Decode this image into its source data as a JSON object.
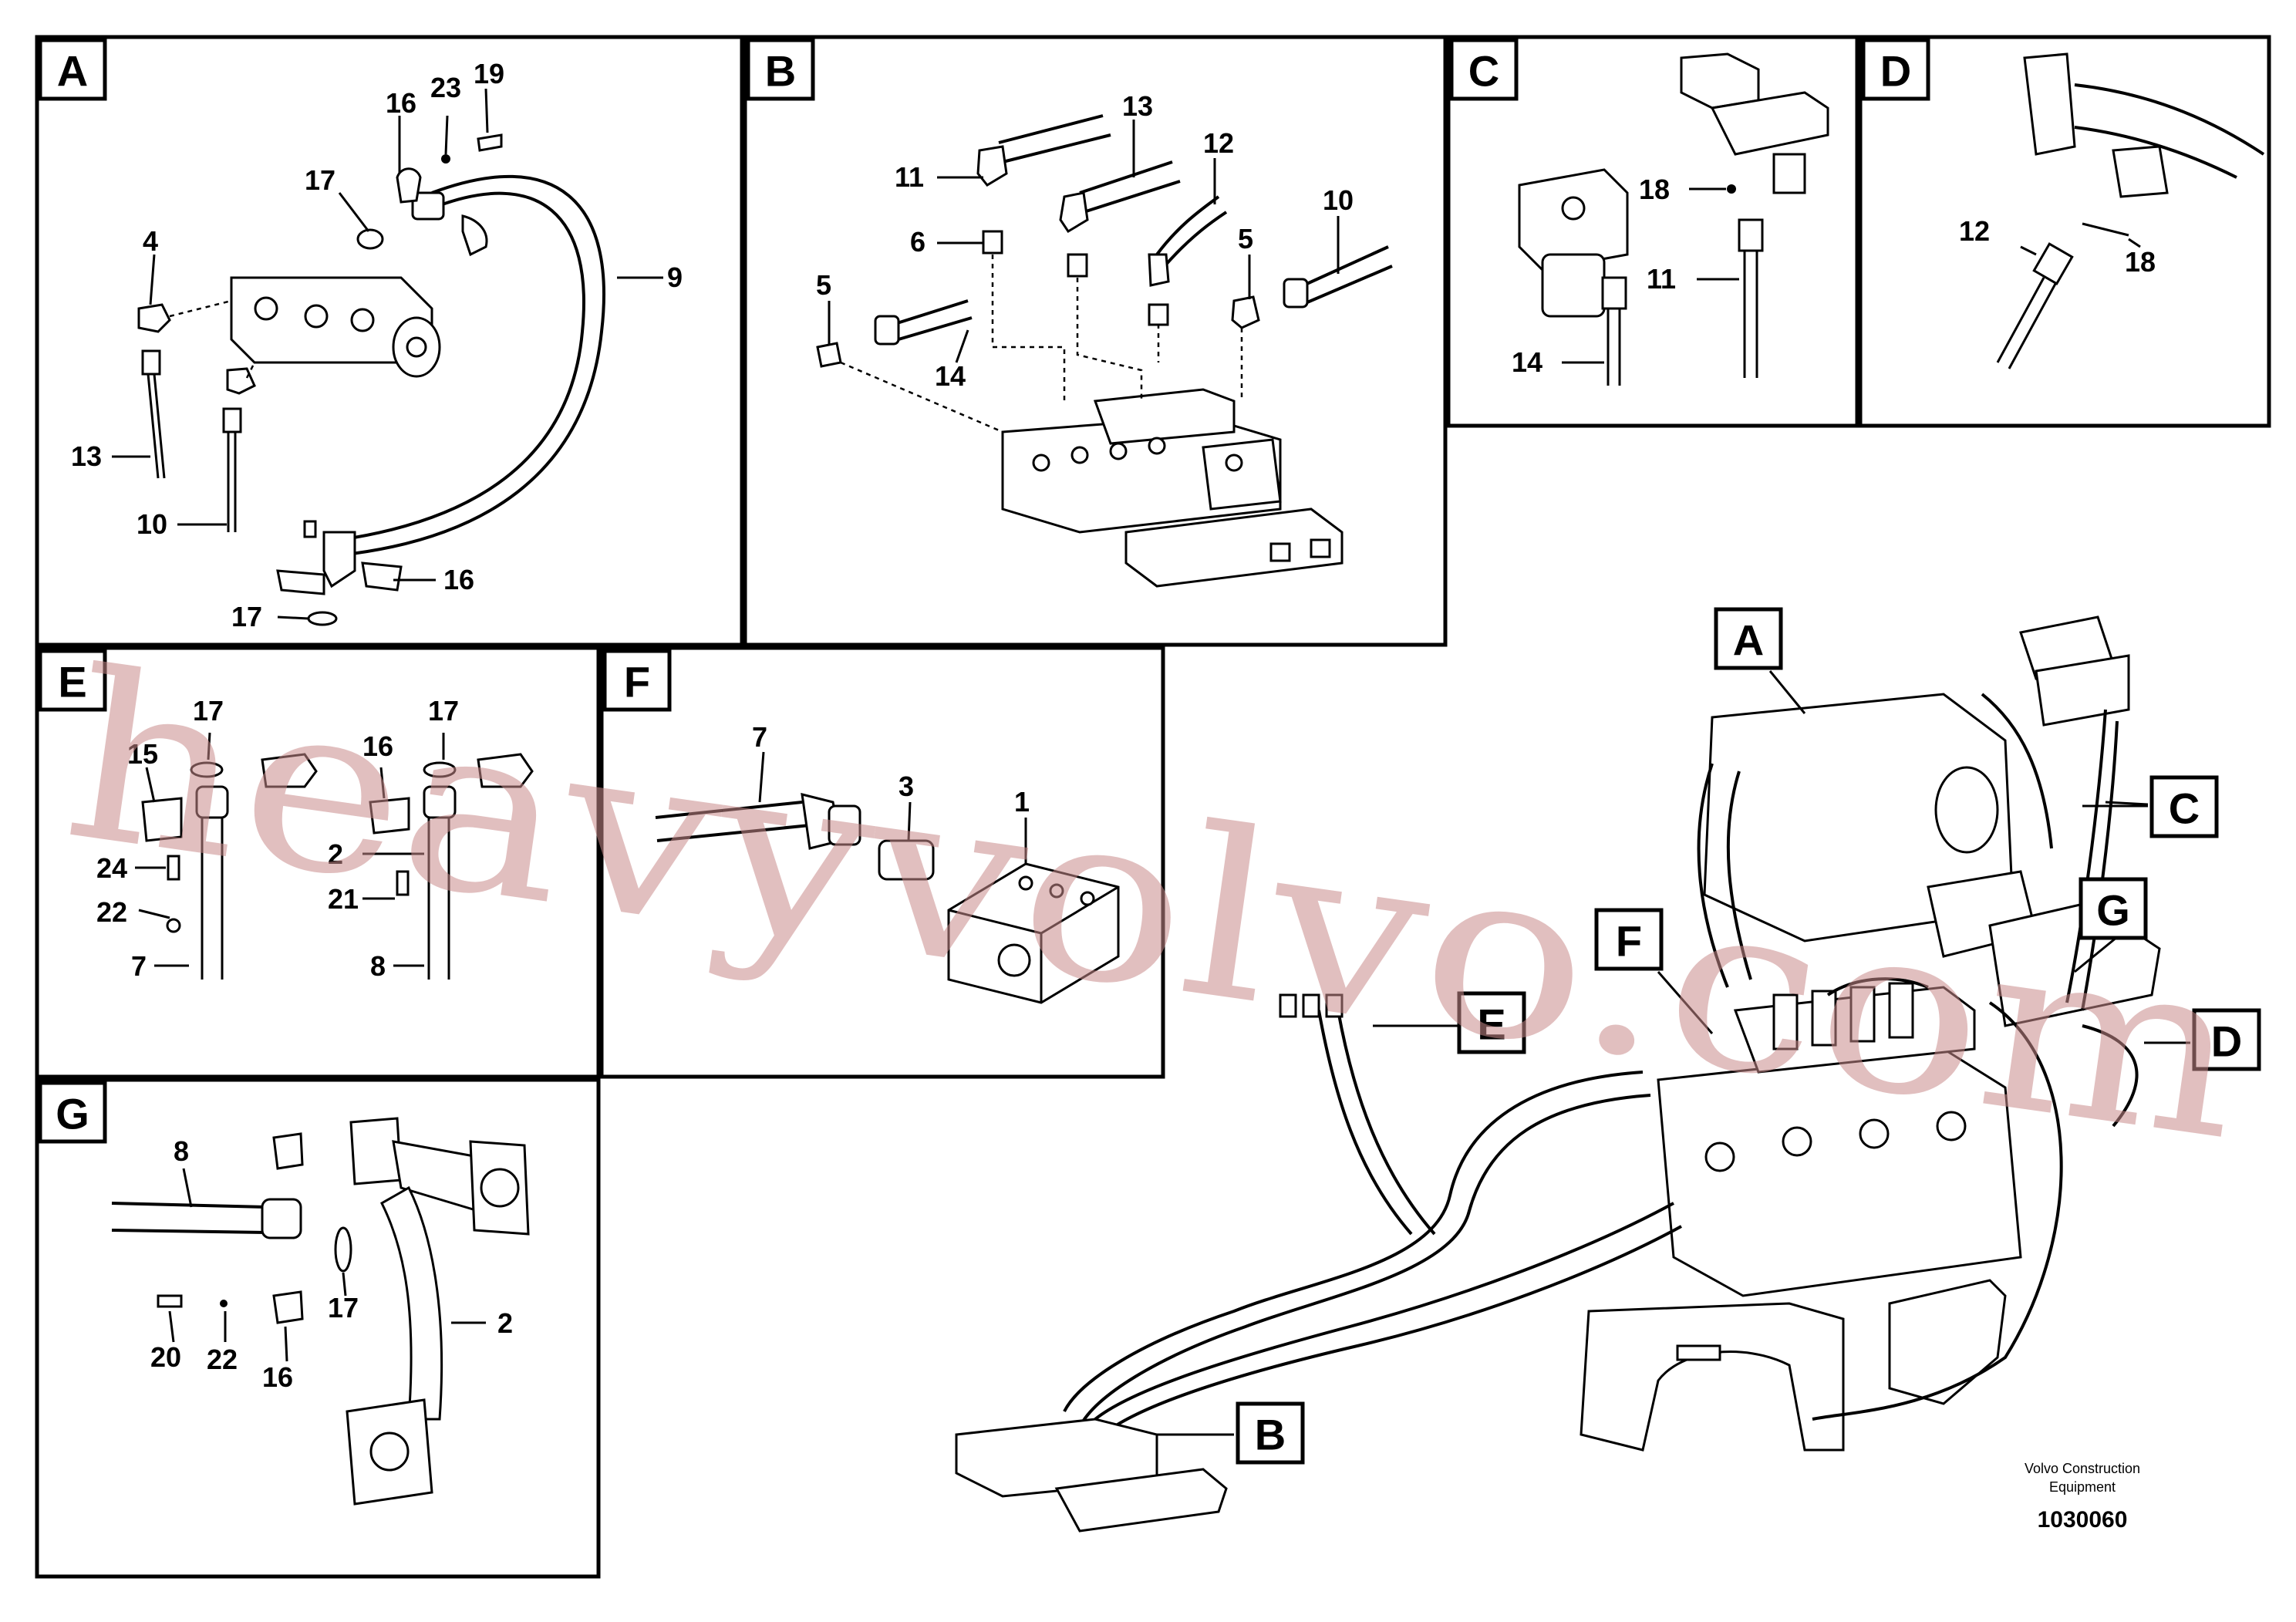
{
  "panels": [
    {
      "id": "A",
      "labels": [
        "16",
        "23",
        "19",
        "17",
        "4",
        "9",
        "13",
        "10",
        "16",
        "17"
      ]
    },
    {
      "id": "B",
      "labels": [
        "13",
        "12",
        "11",
        "6",
        "5",
        "10",
        "5",
        "14"
      ]
    },
    {
      "id": "C",
      "labels": [
        "18",
        "11",
        "14"
      ]
    },
    {
      "id": "D",
      "labels": [
        "12",
        "18"
      ]
    },
    {
      "id": "E",
      "labels": [
        "17",
        "15",
        "16",
        "17",
        "2",
        "24",
        "22",
        "21",
        "7",
        "8"
      ]
    },
    {
      "id": "F",
      "labels": [
        "7",
        "3",
        "1"
      ]
    },
    {
      "id": "G",
      "labels": [
        "8",
        "17",
        "2",
        "20",
        "22",
        "16"
      ]
    }
  ],
  "callouts": [
    "A",
    "C",
    "G",
    "F",
    "E",
    "D",
    "B"
  ],
  "watermark": "heavyvolvo.com",
  "caption": {
    "line1": "Volvo Construction",
    "line2": "Equipment",
    "code": "1030060"
  },
  "colors": {
    "watermark": "#c98b8b",
    "ink": "#000000"
  }
}
